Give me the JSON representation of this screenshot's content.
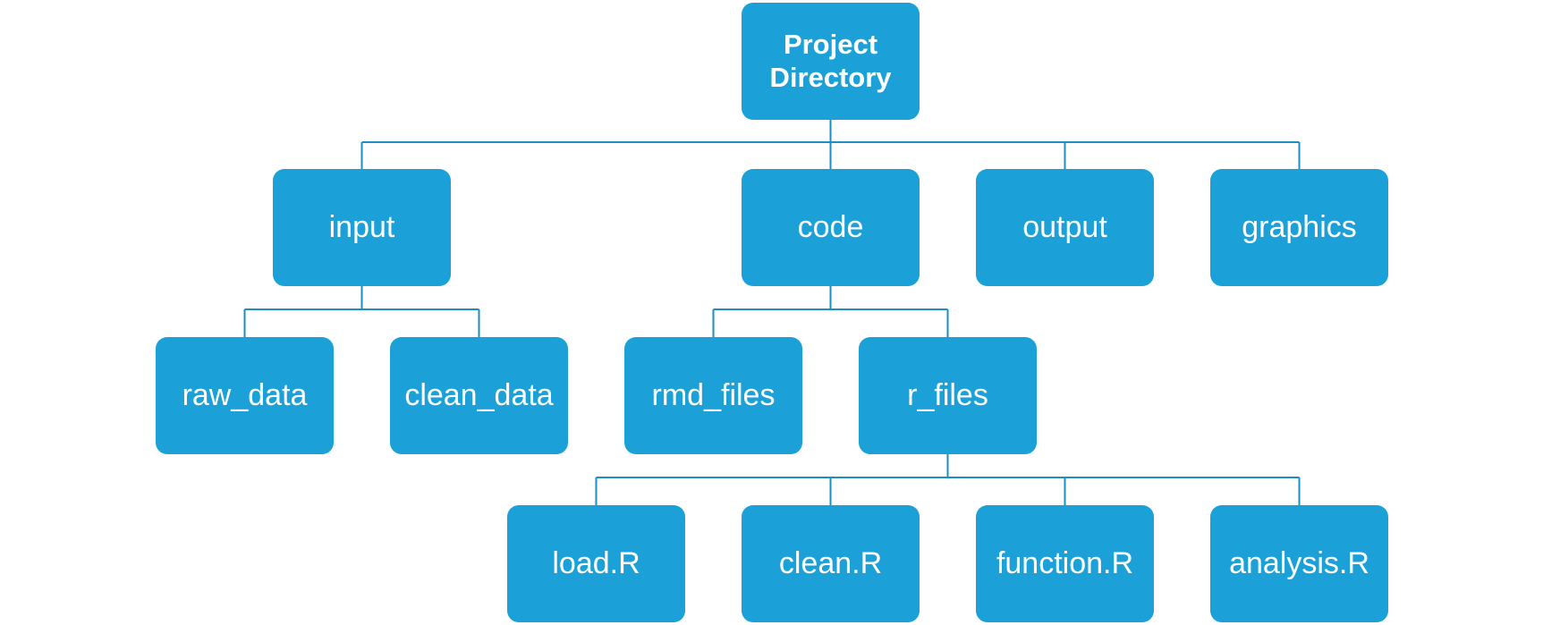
{
  "colors": {
    "node_fill": "#1ba1d7",
    "node_text": "#ffffff",
    "connector": "#1b8ec2",
    "background": "#ffffff"
  },
  "nodes": {
    "project_directory": "Project\nDirectory",
    "input": "input",
    "code": "code",
    "output": "output",
    "graphics": "graphics",
    "raw_data": "raw_data",
    "clean_data": "clean_data",
    "rmd_files": "rmd_files",
    "r_files": "r_files",
    "load_r": "load.R",
    "clean_r": "clean.R",
    "function_r": "function.R",
    "analysis_r": "analysis.R"
  },
  "edges": [
    [
      "project_directory",
      "input"
    ],
    [
      "project_directory",
      "code"
    ],
    [
      "project_directory",
      "output"
    ],
    [
      "project_directory",
      "graphics"
    ],
    [
      "input",
      "raw_data"
    ],
    [
      "input",
      "clean_data"
    ],
    [
      "code",
      "rmd_files"
    ],
    [
      "code",
      "r_files"
    ],
    [
      "r_files",
      "load_r"
    ],
    [
      "r_files",
      "clean_r"
    ],
    [
      "r_files",
      "function_r"
    ],
    [
      "r_files",
      "analysis_r"
    ]
  ]
}
